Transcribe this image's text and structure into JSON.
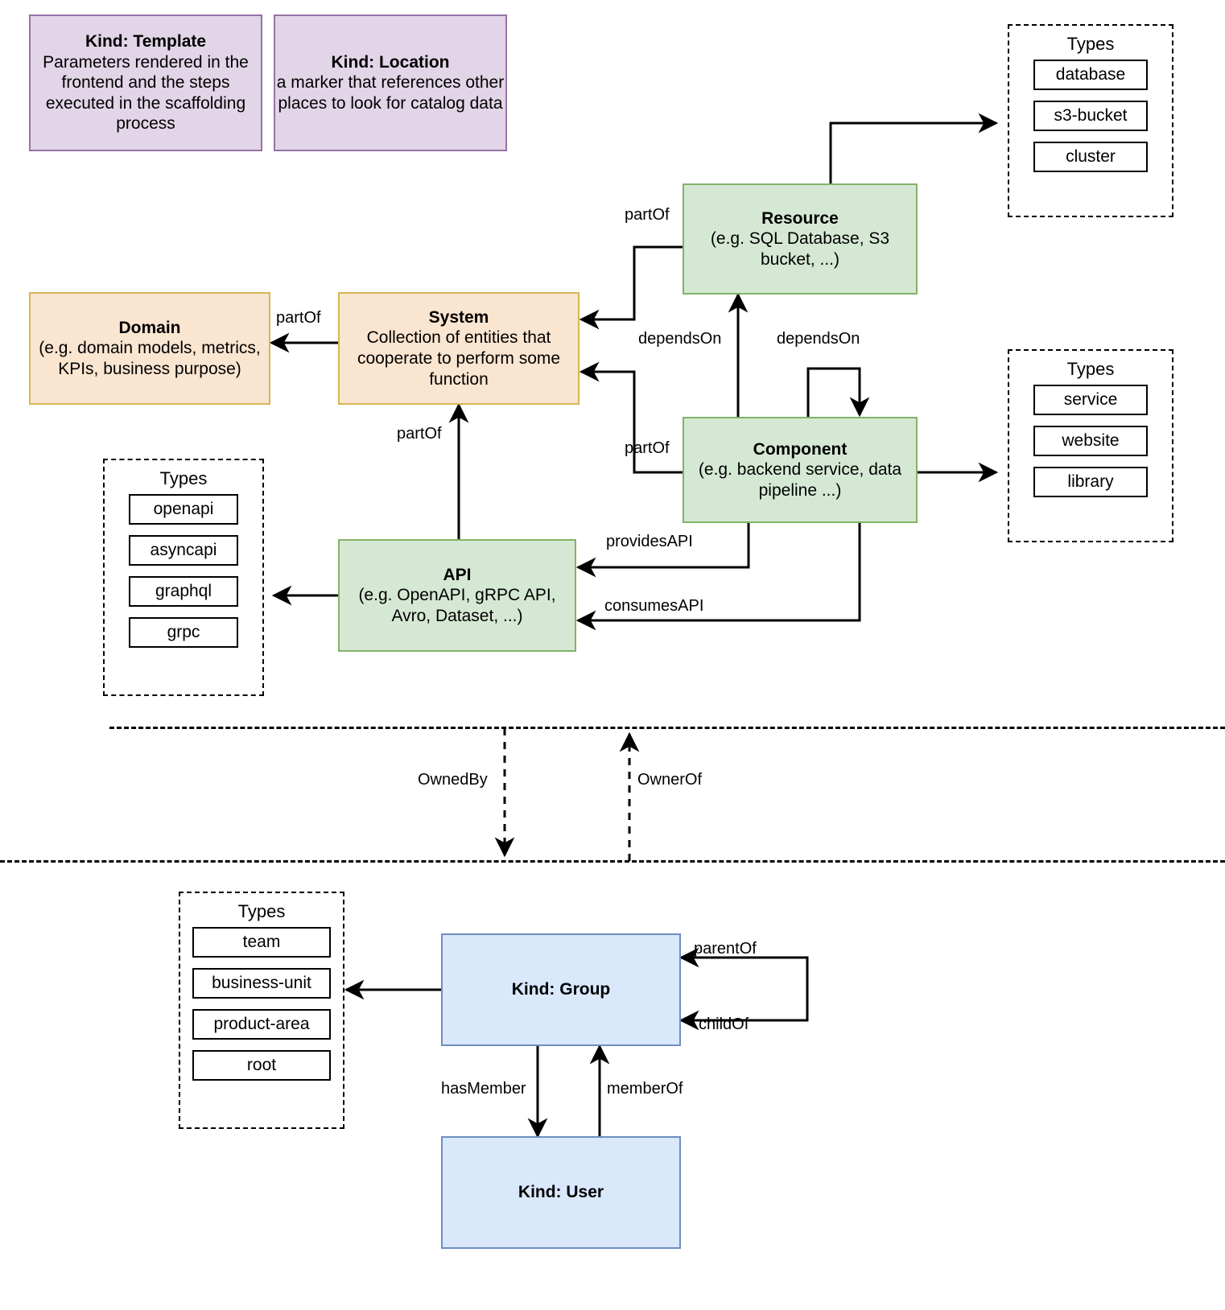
{
  "diagram": {
    "title": "Backstage catalog entity kinds and relations",
    "colors": {
      "purple_fill": "#e1d5e7",
      "purple_border": "#9673a6",
      "orange_fill": "#fae5d0",
      "orange_border": "#d6b656",
      "green_fill": "#d5e8d4",
      "green_border": "#82b366",
      "blue_fill": "#dae8fc",
      "blue_border": "#6c8ebf",
      "line": "#000000"
    }
  },
  "nodes": {
    "template": {
      "title": "Kind: Template",
      "subtitle": "Parameters rendered in the frontend and the steps executed in  the scaffolding process"
    },
    "location": {
      "title": "Kind: Location",
      "subtitle": "a marker that references other places to look for catalog data"
    },
    "domain": {
      "title": "Domain",
      "subtitle": "(e.g.  domain models, metrics, KPIs, business purpose)"
    },
    "system": {
      "title": "System",
      "subtitle": "Collection of entities that cooperate to perform some function"
    },
    "resource": {
      "title": "Resource",
      "subtitle": "(e.g. SQL Database, S3 bucket, ...)"
    },
    "component": {
      "title": "Component",
      "subtitle": "(e.g. backend service, data pipeline ...)"
    },
    "api": {
      "title": "API",
      "subtitle": "(e.g. OpenAPI, gRPC API, Avro, Dataset, ...)"
    },
    "group": {
      "title": "Kind: Group",
      "subtitle": ""
    },
    "user": {
      "title": "Kind: User",
      "subtitle": ""
    }
  },
  "type_groups": {
    "resource_types": {
      "label": "Types",
      "items": [
        "database",
        "s3-bucket",
        "cluster"
      ]
    },
    "component_types": {
      "label": "Types",
      "items": [
        "service",
        "website",
        "library"
      ]
    },
    "api_types": {
      "label": "Types",
      "items": [
        "openapi",
        "asyncapi",
        "graphql",
        "grpc"
      ]
    },
    "group_types": {
      "label": "Types",
      "items": [
        "team",
        "business-unit",
        "product-area",
        "root"
      ]
    }
  },
  "edge_labels": {
    "system_to_domain": "partOf",
    "resource_to_system": "partOf",
    "component_to_system": "partOf",
    "api_to_system": "partOf",
    "component_to_resource": "dependsOn",
    "component_self": "dependsOn",
    "component_provides_api": "providesAPI",
    "component_consumes_api": "consumesAPI",
    "owned_by": "OwnedBy",
    "owner_of": "OwnerOf",
    "group_parent_of": "parentOf",
    "group_child_of": "childOf",
    "group_has_member": "hasMember",
    "user_member_of": "memberOf"
  }
}
